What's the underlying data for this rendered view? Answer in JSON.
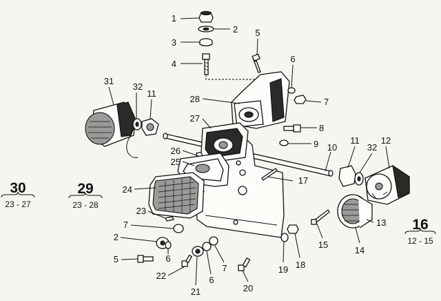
{
  "callouts": [
    "1",
    "2",
    "3",
    "4",
    "5",
    "6",
    "7",
    "8",
    "9",
    "10",
    "11",
    "32",
    "12",
    "31",
    "32",
    "11",
    "28",
    "27",
    "26",
    "25",
    "24",
    "23",
    "7",
    "2",
    "6",
    "5",
    "22",
    "21",
    "6",
    "7",
    "20",
    "19",
    "18",
    "15",
    "17",
    "14",
    "13"
  ],
  "refs": [
    {
      "num": "30",
      "range": "23 - 27"
    },
    {
      "num": "29",
      "range": "23 - 28"
    },
    {
      "num": "16",
      "range": "12 - 15"
    }
  ]
}
